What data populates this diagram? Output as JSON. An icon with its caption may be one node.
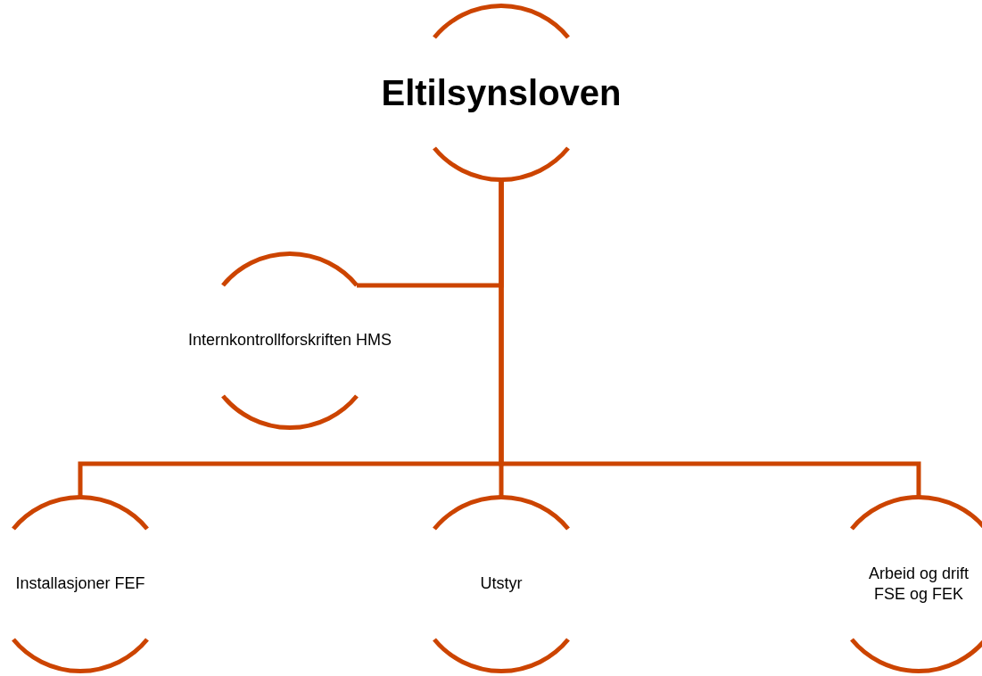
{
  "diagram": {
    "nodes": [
      {
        "text": [
          "Eltilsynsloven"
        ]
      },
      {
        "text": [
          "Internkontrollforskriften HMS"
        ]
      },
      {
        "text": [
          "Installasjoner FEF"
        ]
      },
      {
        "text": [
          "Utstyr"
        ]
      },
      {
        "text": [
          "Arbeid og drift FSE og FEK"
        ]
      }
    ],
    "edges": [
      {
        "from": 0,
        "to": 1,
        "arrow": "none"
      },
      {
        "from": 0,
        "to": 2,
        "arrow": "none"
      },
      {
        "from": 0,
        "to": 3,
        "arrow": "none"
      },
      {
        "from": 0,
        "to": 4,
        "arrow": "none"
      }
    ]
  }
}
